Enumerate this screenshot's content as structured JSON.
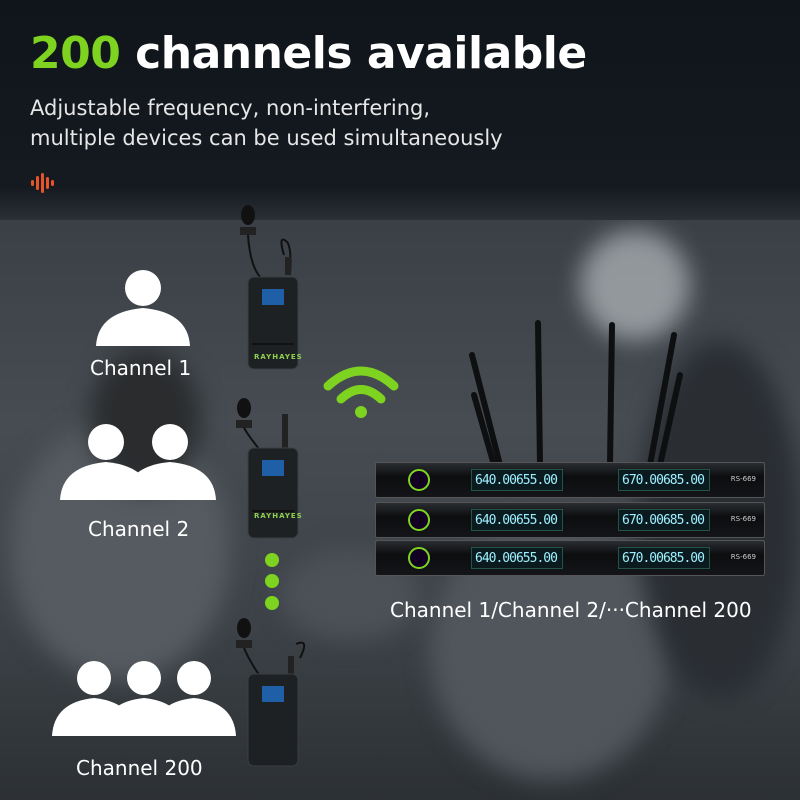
{
  "headline": {
    "accent": "200",
    "rest": " channels available"
  },
  "subtitle": {
    "line1": "Adjustable frequency, non-interfering,",
    "line2": "multiple devices can be used simultaneously"
  },
  "channels": [
    {
      "label": "Channel 1",
      "people": 1
    },
    {
      "label": "Channel 2",
      "people": 2
    },
    {
      "label": "Channel 200",
      "people": 3
    }
  ],
  "receiver_caption": "Channel 1/Channel 2/···Channel 200",
  "receiver_displays": {
    "left_a": "640.00",
    "left_b": "655.00",
    "right_a": "670.00",
    "right_b": "685.00",
    "model": "RS-669"
  },
  "transmitter_brand": "RAYHAYES",
  "icons": [
    "sound-wave-icon",
    "person-icon",
    "wifi-icon"
  ],
  "colors": {
    "accent_green": "#7ed321",
    "wave_orange": "#e8542a",
    "background": "#1b1f24"
  }
}
